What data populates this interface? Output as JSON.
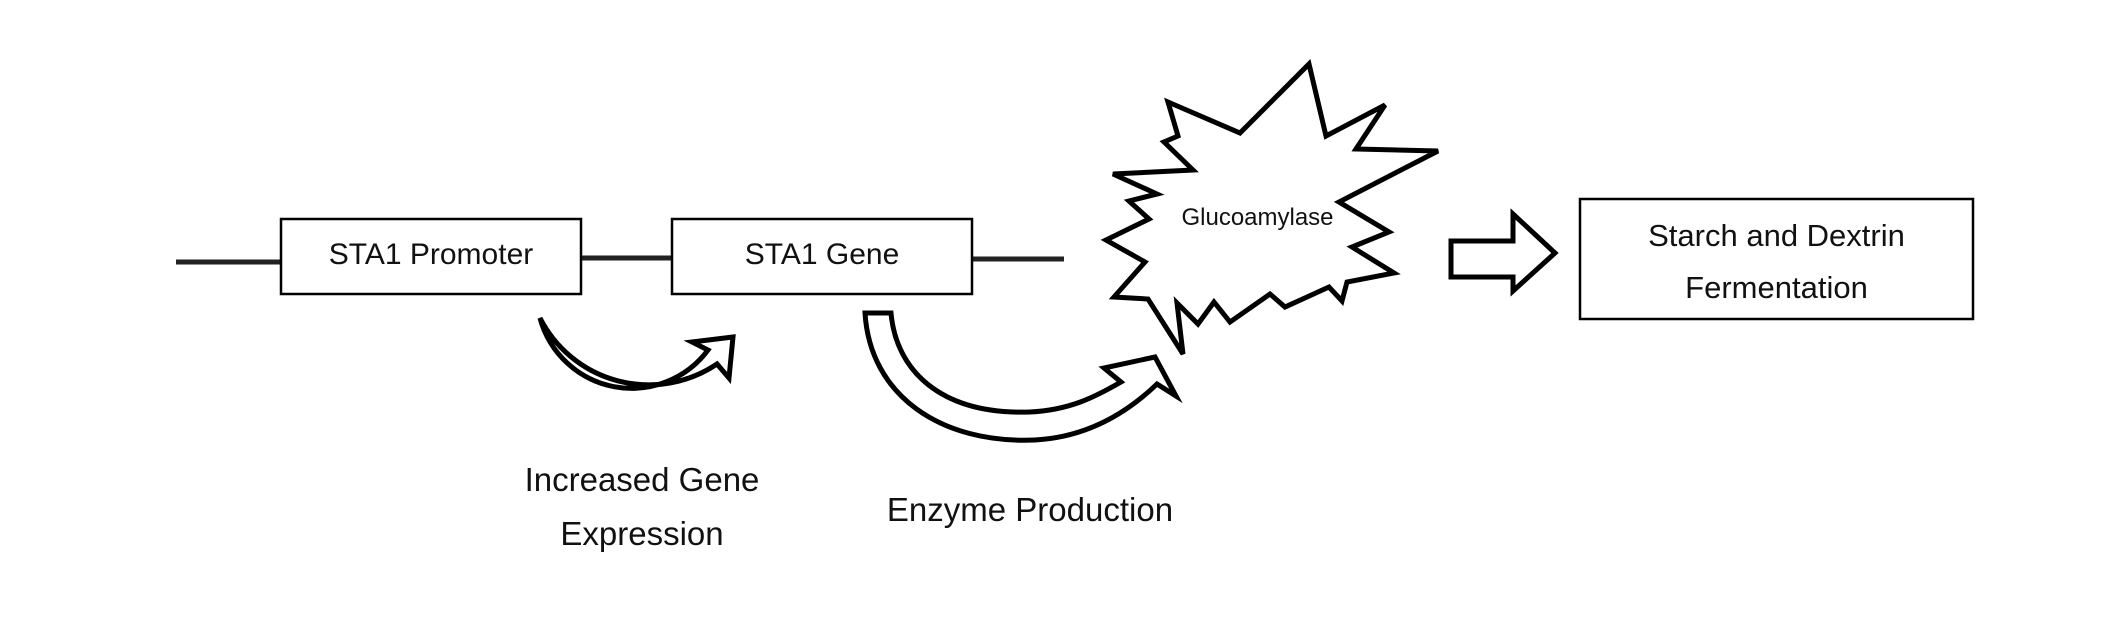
{
  "diagram": {
    "promoter_label": "STA1 Promoter",
    "gene_label": "STA1 Gene",
    "enzyme_label": "Glucoamylase",
    "result_label_line1": "Starch and Dextrin",
    "result_label_line2": "Fermentation",
    "caption_expression_line1": "Increased Gene",
    "caption_expression_line2": "Expression",
    "caption_enzyme": "Enzyme Production",
    "colors": {
      "stroke": "#000000",
      "fill": "#ffffff",
      "dna_line": "#222222"
    }
  }
}
